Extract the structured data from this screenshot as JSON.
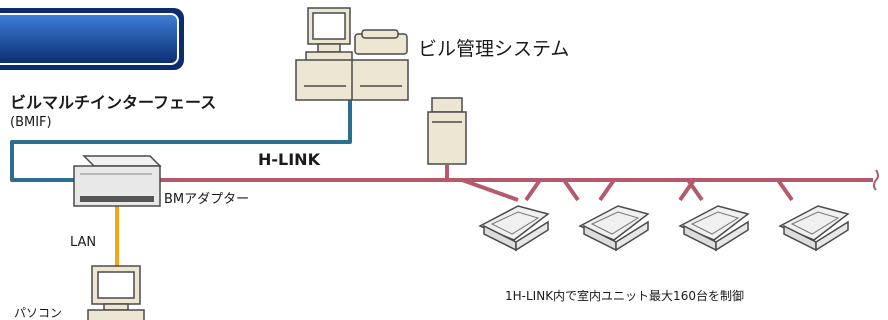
{
  "labels": {
    "bmif_title": "ビルマルチインターフェース",
    "bmif_sub": "(BMIF)",
    "hlink": "H-LINK",
    "bm_adapter": "BMアダプター",
    "lan": "LAN",
    "pc": "パソコン",
    "building_management_system": "ビル管理システム",
    "capacity_note": "1H-LINK内で室内ユニット最大160台を制御"
  },
  "colors": {
    "banner_dark": "#0b2d6f",
    "banner_light": "#2b66c4",
    "bmif_line": "#2c6e8f",
    "hlink_line": "#b55a6a",
    "lan_line": "#f2a516",
    "device_fill": "#ece6d2",
    "device_stroke": "#4a4a4a"
  },
  "indoor_units": {
    "count": 4
  }
}
